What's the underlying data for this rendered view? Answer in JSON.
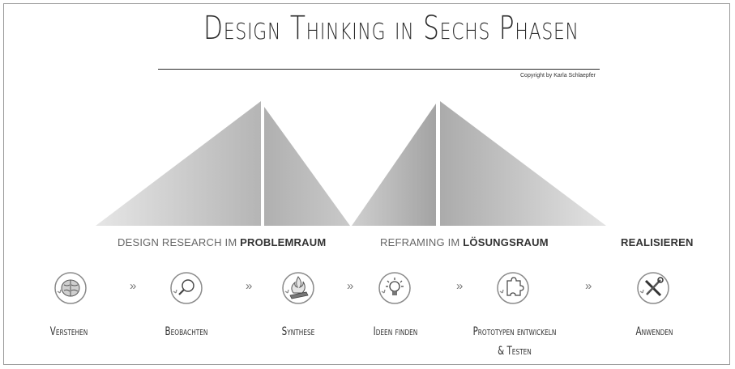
{
  "header": {
    "title": "Design Thinking in Sechs Phasen",
    "copyright": "Copyright by Karla Schlaepfer"
  },
  "sections": [
    {
      "light": "DESIGN RESEARCH IM ",
      "bold": "PROBLEMRAUM"
    },
    {
      "light": "REFRAMING IM ",
      "bold": "LÖSUNGSRAUM"
    },
    {
      "light": "",
      "bold": "REALISIEREN"
    }
  ],
  "arrow_glyph": "»",
  "phases": [
    {
      "label": "Verstehen",
      "icon": "brain-icon"
    },
    {
      "label": "Beobachten",
      "icon": "magnifier-icon"
    },
    {
      "label": "Synthese",
      "icon": "fire-icon"
    },
    {
      "label": "Ideen finden",
      "icon": "lightbulb-icon"
    },
    {
      "label_line1": "Prototypen entwickeln",
      "label_line2": "& Testen",
      "icon": "puzzle-icon"
    },
    {
      "label": "Anwenden",
      "icon": "tools-icon"
    }
  ],
  "colors": {
    "dark": "#a9a9a9",
    "light": "#d9d9d9",
    "text": "#333333"
  }
}
